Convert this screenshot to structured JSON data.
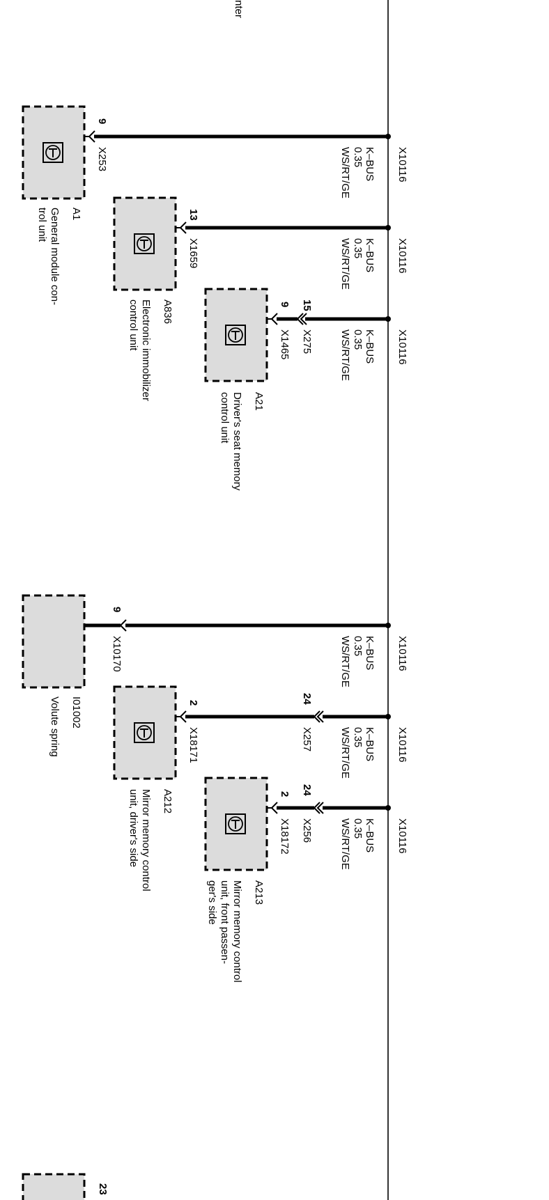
{
  "bus": {
    "connector": "X10116",
    "signal": "K–BUS",
    "size": "0.35",
    "color_code": "WS/RT/GE"
  },
  "header_fragment": "nter",
  "branches": [
    {
      "id": "a1",
      "component": "A1",
      "description": [
        "General module con-",
        "trol unit"
      ],
      "connectors": [
        {
          "name": "X253",
          "pin": "9"
        }
      ],
      "has_icon": true
    },
    {
      "id": "a836",
      "component": "A836",
      "description": [
        "Electronic immobilizer",
        "control unit"
      ],
      "connectors": [
        {
          "name": "X1659",
          "pin": "13"
        }
      ],
      "has_icon": true
    },
    {
      "id": "a21",
      "component": "A21",
      "description": [
        "Driver's seat memory",
        "control unit"
      ],
      "connectors": [
        {
          "name": "X1465",
          "pin": "9"
        },
        {
          "name": "X275",
          "pin": "15"
        }
      ],
      "has_icon": true
    },
    {
      "id": "i01002",
      "component": "I01002",
      "description": [
        "Volute spring"
      ],
      "connectors": [
        {
          "name": "X10170",
          "pin": "9"
        }
      ],
      "has_icon": false
    },
    {
      "id": "a212",
      "component": "A212",
      "description": [
        "Mirror memory control",
        "unit, driver's side"
      ],
      "connectors": [
        {
          "name": "X18171",
          "pin": "2"
        },
        {
          "name": "X257",
          "pin": "24"
        }
      ],
      "has_icon": true
    },
    {
      "id": "a213",
      "component": "A213",
      "description": [
        "Mirror memory control",
        "unit, front passen-",
        "ger's side"
      ],
      "connectors": [
        {
          "name": "X18172",
          "pin": "2"
        },
        {
          "name": "X256",
          "pin": "24"
        }
      ],
      "has_icon": true
    },
    {
      "id": "partial",
      "component": "",
      "description": [],
      "connectors": [
        {
          "name": "",
          "pin": "23"
        }
      ],
      "has_icon": false
    }
  ],
  "colors": {
    "box_fill": "#dcdcdc",
    "line": "#000000",
    "background": "#ffffff"
  },
  "icons": {
    "control_unit": "transistor-icon"
  }
}
